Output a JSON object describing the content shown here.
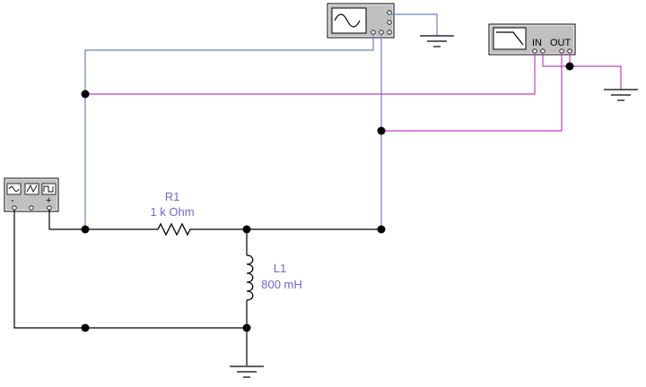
{
  "components": {
    "resistor": {
      "name": "R1",
      "value": "1 k Ohm"
    },
    "inductor": {
      "name": "L1",
      "value": "800 mH"
    }
  },
  "instruments": {
    "bode_plotter": {
      "in_label": "IN",
      "out_label": "OUT"
    },
    "function_generator": {
      "minus_label": "-",
      "plus_label": "+"
    }
  },
  "colors": {
    "wire": "#000000",
    "oscilloscope_wire": "#6f7fc4",
    "bode_wire": "#c040c0",
    "label": "#6a6ad0",
    "instrument_body": "#c0c0c0"
  }
}
